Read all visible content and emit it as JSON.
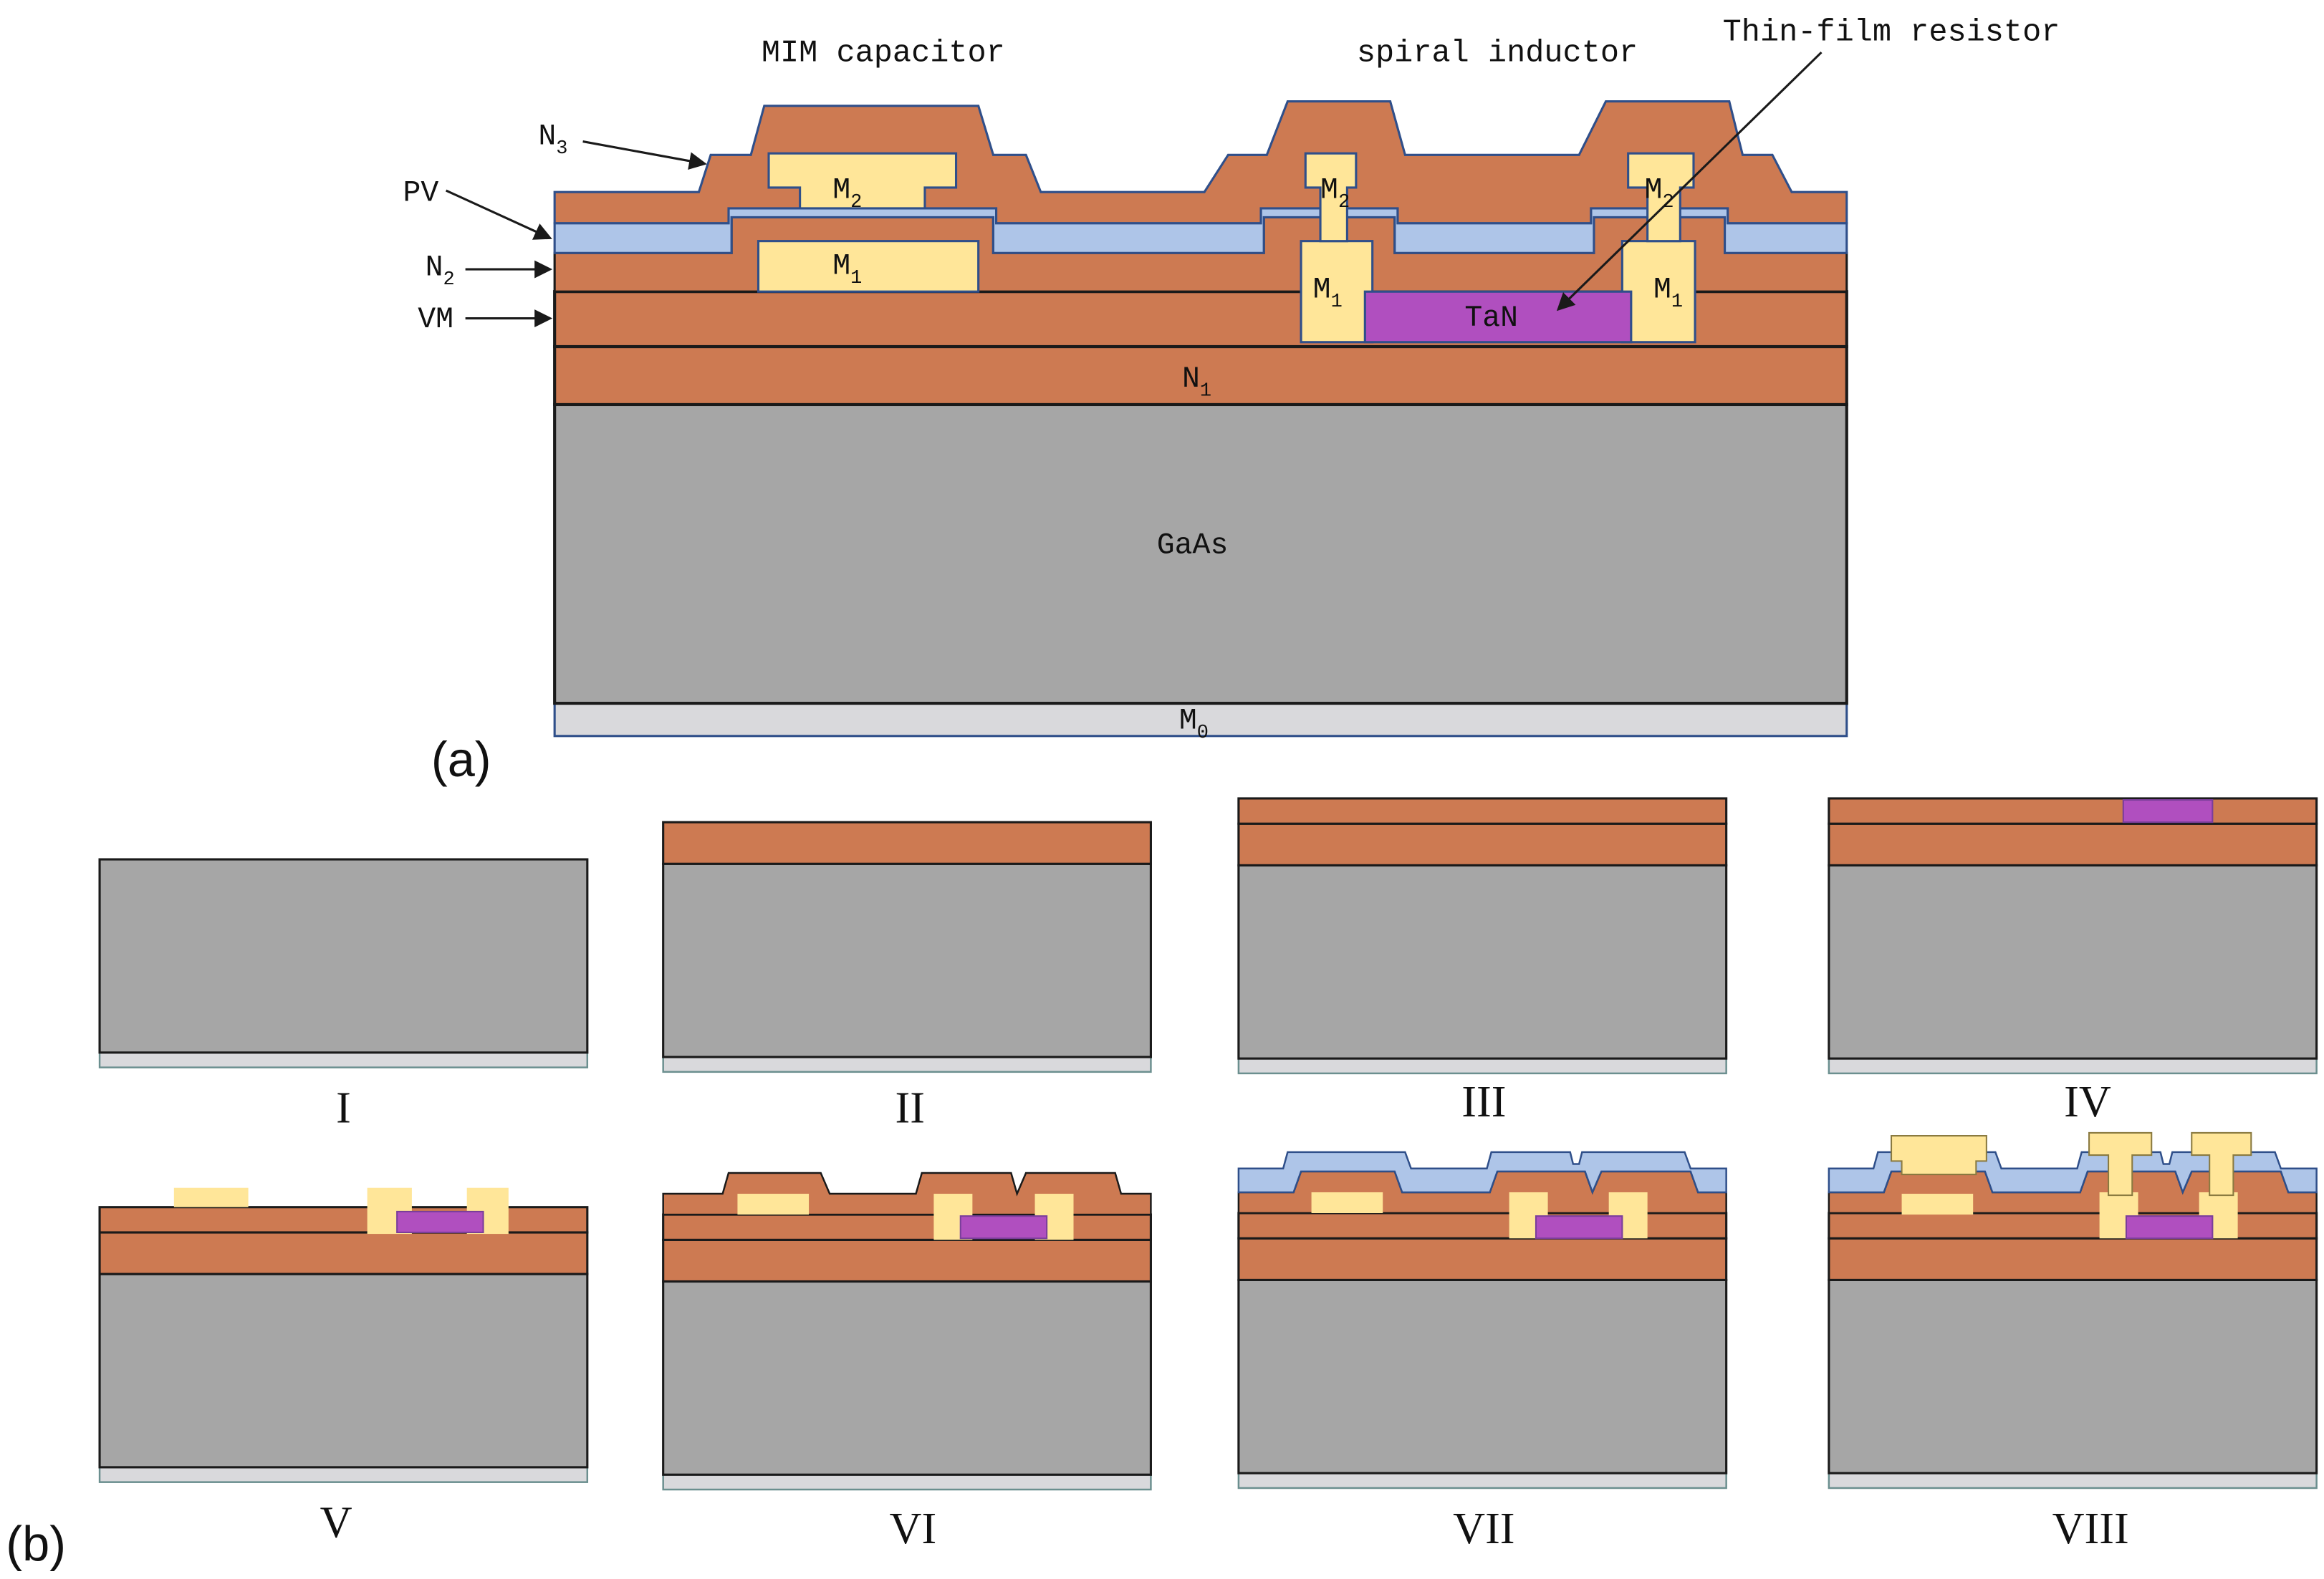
{
  "colors": {
    "substrate": "#a6a6a6",
    "nitride": "#cd7a52",
    "metal": "#ffe699",
    "tan": "#b04fbf",
    "pv": "#aec5e8",
    "backside": "#d9d9dc",
    "outline": "#1a1a1a",
    "outline_blue": "#2f4f8a"
  },
  "panel_a": {
    "label": "(a)",
    "titles": {
      "mim": "MIM capacitor",
      "inductor": "spiral inductor",
      "resistor": "Thin-film resistor"
    },
    "side_labels": {
      "n3": {
        "main": "N",
        "sub": "3"
      },
      "pv": {
        "main": "PV",
        "sub": ""
      },
      "n2": {
        "main": "N",
        "sub": "2"
      },
      "vm": {
        "main": "VM",
        "sub": ""
      }
    },
    "layer_labels": {
      "n1": {
        "main": "N",
        "sub": "1"
      },
      "gaas": "GaAs",
      "m0": {
        "main": "M",
        "sub": "0"
      },
      "tan": "TaN",
      "m1": {
        "main": "M",
        "sub": "1"
      },
      "m2": {
        "main": "M",
        "sub": "2"
      }
    }
  },
  "panel_b": {
    "label": "(b)",
    "steps": [
      "I",
      "II",
      "III",
      "IV",
      "V",
      "VI",
      "VII",
      "VIII"
    ]
  }
}
